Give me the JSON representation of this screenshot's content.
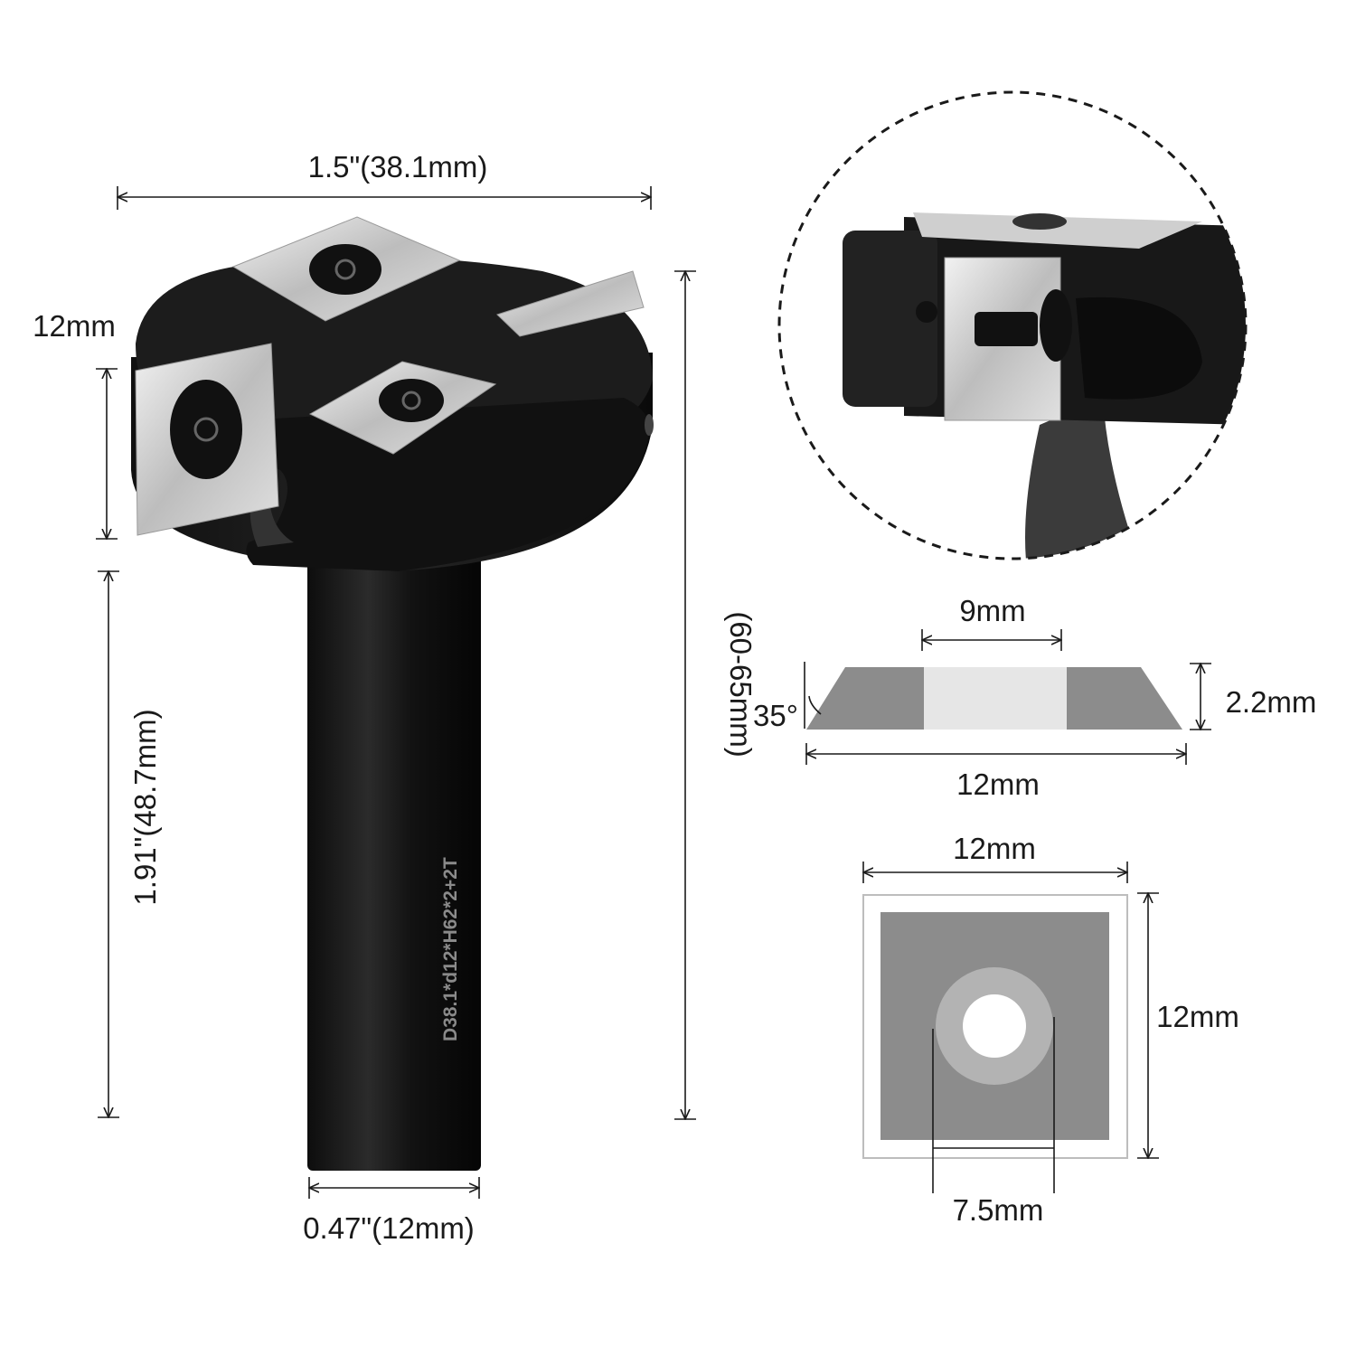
{
  "colors": {
    "body": "#141414",
    "body_edge": "#2a2a2a",
    "carbide": "#bfbfbf",
    "carbide_light": "#e6e6e6",
    "insert_dark": "#8c8c8c",
    "insert_mid": "#b3b3b3",
    "insert_light": "#e6e6e6",
    "line": "#1a1a1a"
  },
  "main_bit": {
    "cutting_diameter": "1.5\"(38.1mm)",
    "cutter_height": "12mm",
    "shank_length": "1.91\"(48.7mm)",
    "overall_length": "(60-65mm)",
    "shank_diameter": "0.47\"(12mm)",
    "engraving": "D38.1*d12*H62*2+2T"
  },
  "insert_side_view": {
    "top_width": "9mm",
    "thickness": "2.2mm",
    "angle": "35°",
    "bottom_width": "12mm"
  },
  "insert_top_view": {
    "width": "12mm",
    "height": "12mm",
    "hole_diameter": "7.5mm"
  },
  "icons": [
    "torx-screw-icon",
    "magnifier-circle-icon"
  ]
}
